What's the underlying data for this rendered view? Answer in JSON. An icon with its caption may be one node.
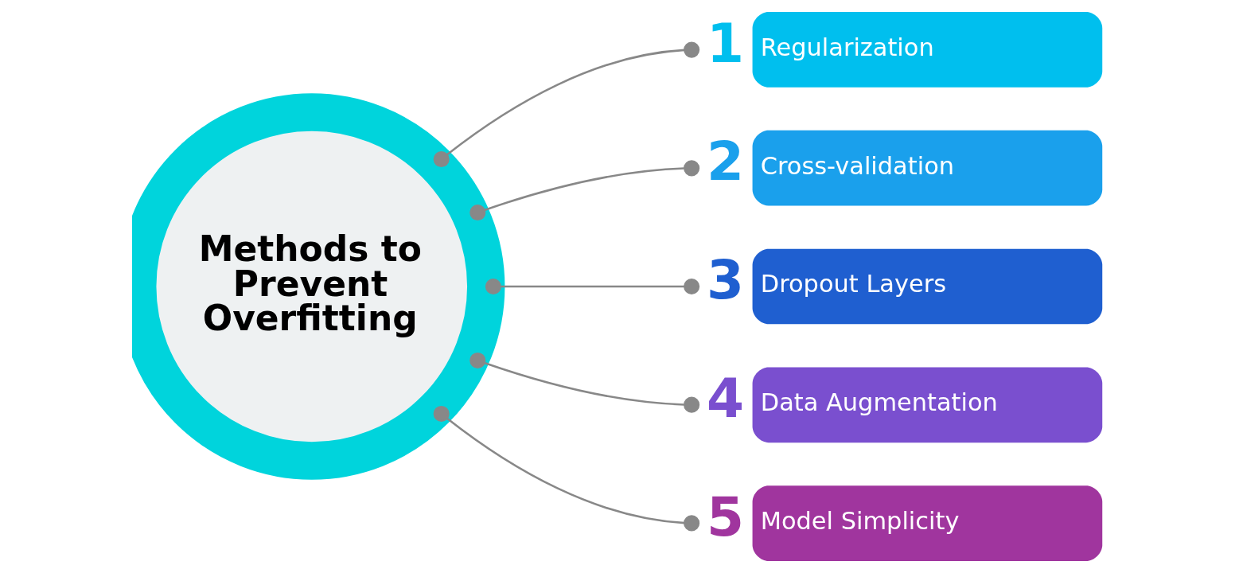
{
  "diagram": {
    "nodes": [
      {
        "text": [
          "Methods to Prevent Overfitting"
        ]
      },
      {
        "text": [
          "1",
          "Regularization"
        ]
      },
      {
        "text": [
          "2",
          "Cross-validation"
        ]
      },
      {
        "text": [
          "3",
          "Dropout Layers"
        ]
      },
      {
        "text": [
          "4",
          "Data Augmentation"
        ]
      },
      {
        "text": [
          "5",
          "Model Simplicity"
        ]
      }
    ],
    "edges": [
      {
        "from": 0,
        "to": 1,
        "arrow": "other"
      },
      {
        "from": 0,
        "to": 2,
        "arrow": "other"
      },
      {
        "from": 0,
        "to": 3,
        "arrow": "other"
      },
      {
        "from": 0,
        "to": 4,
        "arrow": "other"
      },
      {
        "from": 0,
        "to": 5,
        "arrow": "other"
      }
    ]
  }
}
